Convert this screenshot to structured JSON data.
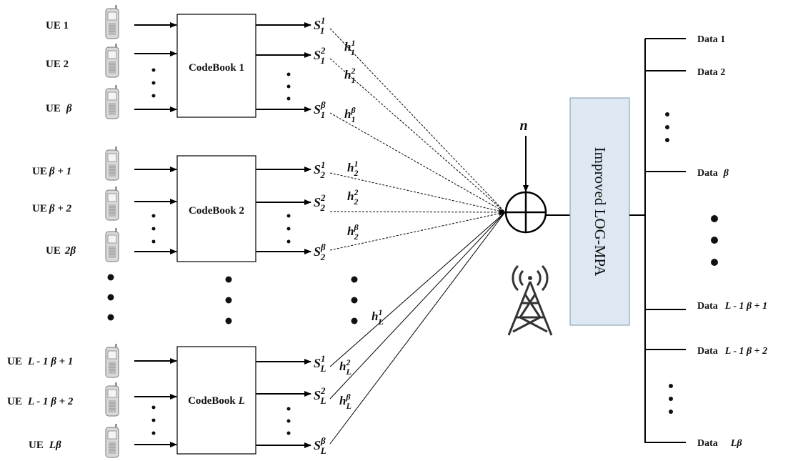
{
  "groups": [
    {
      "codebook": "CodeBook 1",
      "users": [
        {
          "main": "UE  1",
          "ital": ""
        },
        {
          "main": "UE  2",
          "ital": ""
        },
        {
          "main": "UE",
          "ital": "β"
        }
      ],
      "outputs": [
        {
          "s": "S",
          "sup": "1",
          "sub": "1",
          "h": "h",
          "hsup": "1",
          "hsub": "1"
        },
        {
          "s": "S",
          "sup": "2",
          "sub": "1",
          "h": "h",
          "hsup": "2",
          "hsub": "1"
        },
        {
          "s": "S",
          "sup": "β",
          "sub": "1",
          "h": "h",
          "hsup": "β",
          "hsub": "1"
        }
      ]
    },
    {
      "codebook": "CodeBook 2",
      "users": [
        {
          "main": "UE",
          "ital": "β + 1"
        },
        {
          "main": "UE",
          "ital": "β + 2"
        },
        {
          "main": "UE",
          "ital": "2β"
        }
      ],
      "outputs": [
        {
          "s": "S",
          "sup": "1",
          "sub": "2",
          "h": "h",
          "hsup": "1",
          "hsub": "2"
        },
        {
          "s": "S",
          "sup": "2",
          "sub": "2",
          "h": "h",
          "hsup": "2",
          "hsub": "2"
        },
        {
          "s": "S",
          "sup": "β",
          "sub": "2",
          "h": "h",
          "hsup": "β",
          "hsub": "2"
        }
      ]
    },
    {
      "codebook": "CodeBook",
      "codebook_ital": "L",
      "users": [
        {
          "main": "UE",
          "ital": "L - 1  β + 1"
        },
        {
          "main": "UE",
          "ital": "L - 1  β + 2"
        },
        {
          "main": "UE",
          "ital": "Lβ"
        }
      ],
      "outputs": [
        {
          "s": "S",
          "sup": "1",
          "sub": "L",
          "h": "h",
          "hsup": "1",
          "hsub": "L"
        },
        {
          "s": "S",
          "sup": "2",
          "sub": "L",
          "h": "h",
          "hsup": "2",
          "hsub": "L"
        },
        {
          "s": "S",
          "sup": "β",
          "sub": "L",
          "h": "h",
          "hsup": "β",
          "hsub": "L"
        }
      ]
    }
  ],
  "noise_label": "n",
  "decoder_label": "Improved LOG-MPA",
  "decoder_fill": "#dde8f3",
  "outputs_right": [
    {
      "main": "Data 1",
      "ital": ""
    },
    {
      "main": "Data 2",
      "ital": ""
    },
    {
      "main": "Data",
      "ital": "β"
    },
    {
      "main": "Data",
      "ital": "L - 1  β + 1"
    },
    {
      "main": "Data",
      "ital": "L - 1  β + 2"
    },
    {
      "main": "Data",
      "ital": "Lβ"
    }
  ],
  "icons": {
    "user_device": "mobile-phone-icon",
    "base_station": "base-station-tower-icon"
  }
}
